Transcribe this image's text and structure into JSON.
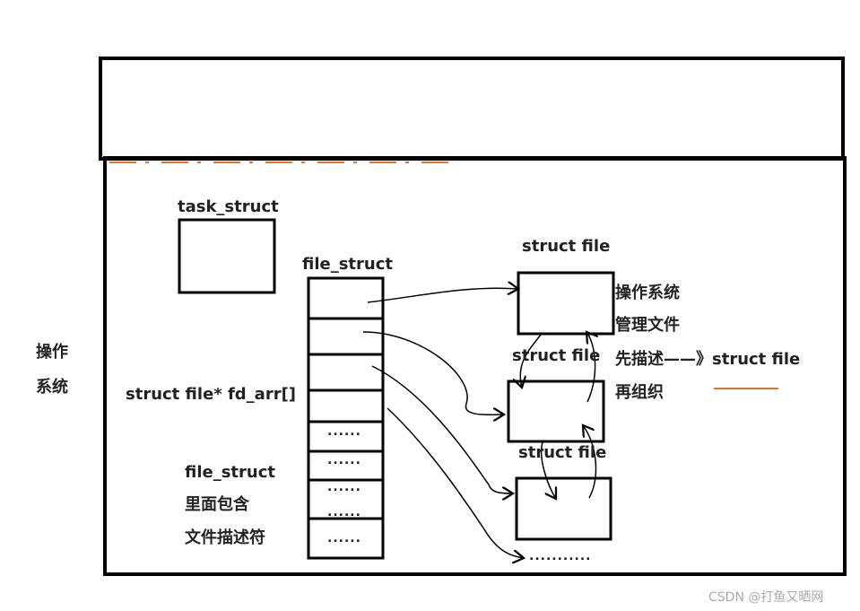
{
  "labels": {
    "os_left_1": "操作",
    "os_left_2": "系统",
    "task_struct": "task_struct",
    "file_struct_top": "file_struct",
    "fd_arr": "struct file* fd_arr[]",
    "note_1": "file_struct",
    "note_2": "里面包含",
    "note_3": "文件描述符",
    "struct_file_1": "struct file",
    "struct_file_2": "struct file",
    "struct_file_3": "struct file",
    "right_1": "操作系统",
    "right_2": "管理文件",
    "right_3": "先描述——》struct file",
    "right_4": "再组织",
    "dots": "......",
    "more_files": "..........."
  },
  "watermark": "CSDN @打鱼又晒网",
  "colors": {
    "stroke": "#000000",
    "accent": "#f07020"
  }
}
